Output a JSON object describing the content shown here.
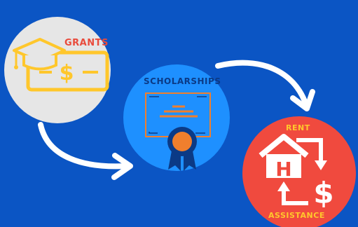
{
  "colors": {
    "background": "#0b55c4",
    "grants_circle": "#e6e6e6",
    "grants_icon": "#ffc72c",
    "grants_text": "#e94b3c",
    "scholarships_circle": "#1e90ff",
    "scholarships_text": "#0b3a86",
    "certificate": "#f07f2d",
    "rent_circle": "#f04a3e",
    "rent_icon": "#ffffff",
    "rent_text": "#ffc72c",
    "arrow": "#ffffff"
  },
  "nodes": {
    "grants": {
      "label": "GRANTS",
      "icon": "graduation-cap-check-icon"
    },
    "scholarships": {
      "label": "SCHOLARSHIPS",
      "icon": "certificate-icon"
    },
    "rent_assistance": {
      "label_top": "RENT",
      "label_bottom": "ASSISTANCE",
      "icon": "house-exchange-dollar-icon"
    }
  },
  "edges": [
    {
      "from": "grants",
      "to": "scholarships"
    },
    {
      "from": "scholarships",
      "to": "rent_assistance"
    }
  ]
}
